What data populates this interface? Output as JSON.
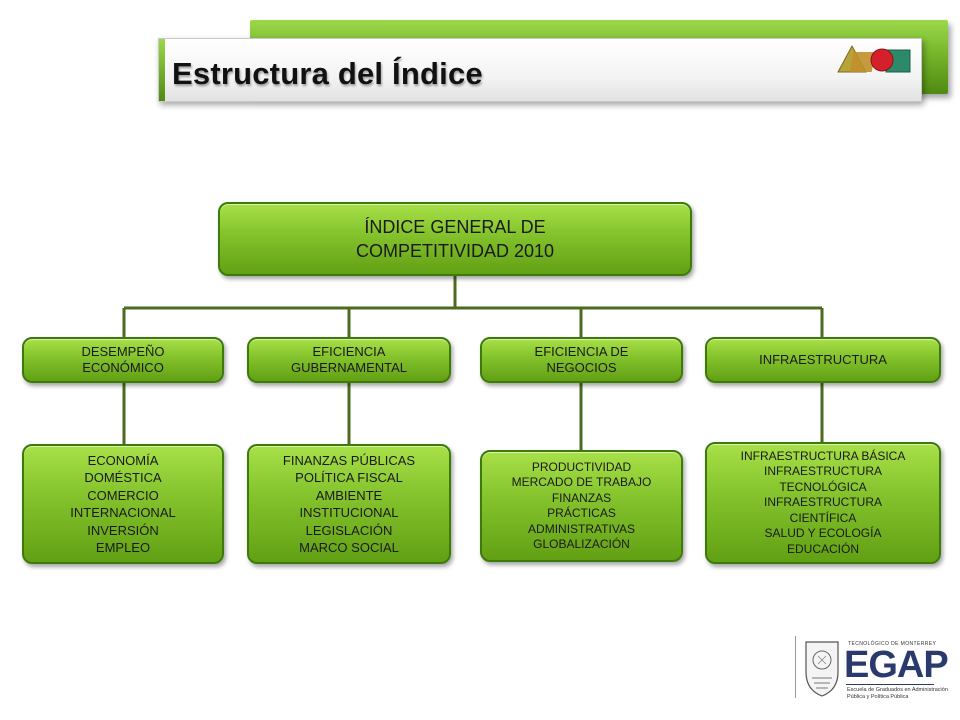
{
  "slide": {
    "title": "Estructura del Índice"
  },
  "diagram": {
    "root": {
      "lines": [
        "ÍNDICE GENERAL DE",
        "COMPETITIVIDAD 2010"
      ]
    },
    "categories": [
      {
        "lines": [
          "DESEMPEÑO",
          "ECONÓMICO"
        ],
        "details": [
          "ECONOMÍA",
          "DOMÉSTICA",
          "COMERCIO",
          "INTERNACIONAL",
          "INVERSIÓN",
          "EMPLEO"
        ]
      },
      {
        "lines": [
          "EFICIENCIA",
          "GUBERNAMENTAL"
        ],
        "details": [
          "FINANZAS PÚBLICAS",
          "POLÍTICA FISCAL",
          "AMBIENTE",
          "INSTITUCIONAL",
          "LEGISLACIÓN",
          "MARCO SOCIAL"
        ]
      },
      {
        "lines": [
          "EFICIENCIA DE",
          "NEGOCIOS"
        ],
        "details": [
          "PRODUCTIVIDAD",
          "MERCADO DE TRABAJO",
          "FINANZAS",
          "PRÁCTICAS",
          "ADMINISTRATIVAS",
          "GLOBALIZACIÓN"
        ]
      },
      {
        "lines": [
          "INFRAESTRUCTURA"
        ],
        "details": [
          "INFRAESTRUCTURA BÁSICA",
          "INFRAESTRUCTURA",
          "TECNOLÓGICA",
          "INFRAESTRUCTURA",
          "CIENTÍFICA",
          "SALUD Y ECOLOGÍA",
          "EDUCACIÓN"
        ]
      }
    ]
  },
  "logo": {
    "institution": "TECNOLÓGICO DE MONTERREY",
    "acronym": "EGAP",
    "subtitle_lines": [
      "Escuela de Graduados en Administración",
      "Pública y Política Pública"
    ]
  },
  "colors": {
    "box_green": "#86c52e",
    "box_border": "#3c7a0a",
    "connector": "#4d6b1e",
    "logo_blue": "#2b3a6d"
  }
}
